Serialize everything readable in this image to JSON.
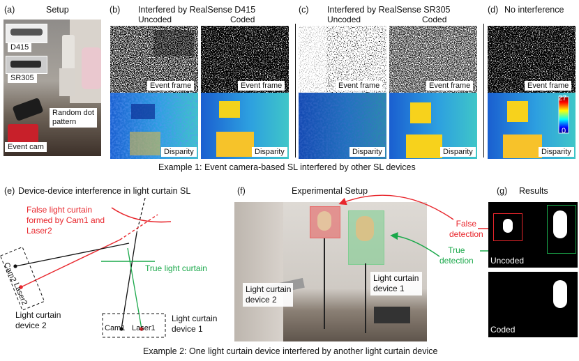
{
  "top": {
    "a": {
      "label": "(a)",
      "title": "Setup",
      "d415": "D415",
      "sr305": "SR305",
      "random_dot": "Random dot\npattern",
      "event_cam": "Event cam"
    },
    "b": {
      "label": "(b)",
      "title": "Interfered by RealSense D415",
      "uncoded": "Uncoded",
      "coded": "Coded"
    },
    "c": {
      "label": "(c)",
      "title": "Interfered by RealSense SR305",
      "uncoded": "Uncoded",
      "coded": "Coded"
    },
    "d": {
      "label": "(d)",
      "title": "No interference"
    },
    "event_frame": "Event frame",
    "disparity": "Disparity",
    "colorbar": {
      "max": "27",
      "min": "0"
    },
    "caption": "Example 1: Event camera-based SL interfered by other SL devices"
  },
  "bottom": {
    "e": {
      "label": "(e)",
      "title": "Device-device interference in light curtain SL",
      "false_curtain": "False light curtain\nformed by Cam1 and\nLaser2",
      "true_curtain": "True light curtain",
      "cam2": "Cam2",
      "laser2": "Laser2",
      "cam1": "Cam1",
      "laser1": "Laser1",
      "device2": "Light curtain\ndevice 2",
      "device1": "Light curtain\ndevice 1"
    },
    "f": {
      "label": "(f)",
      "title": "Experimental Setup",
      "device2": "Light curtain\ndevice 2",
      "device1": "Light curtain\ndevice 1"
    },
    "g": {
      "label": "(g)",
      "title": "Results",
      "false_detection": "False\ndetection",
      "true_detection": "True\ndetection",
      "uncoded": "Uncoded",
      "coded": "Coded"
    },
    "caption": "Example 2: One light curtain device interfered by another light curtain device"
  },
  "colors": {
    "red": "#e8262c",
    "green": "#1aa84a"
  }
}
